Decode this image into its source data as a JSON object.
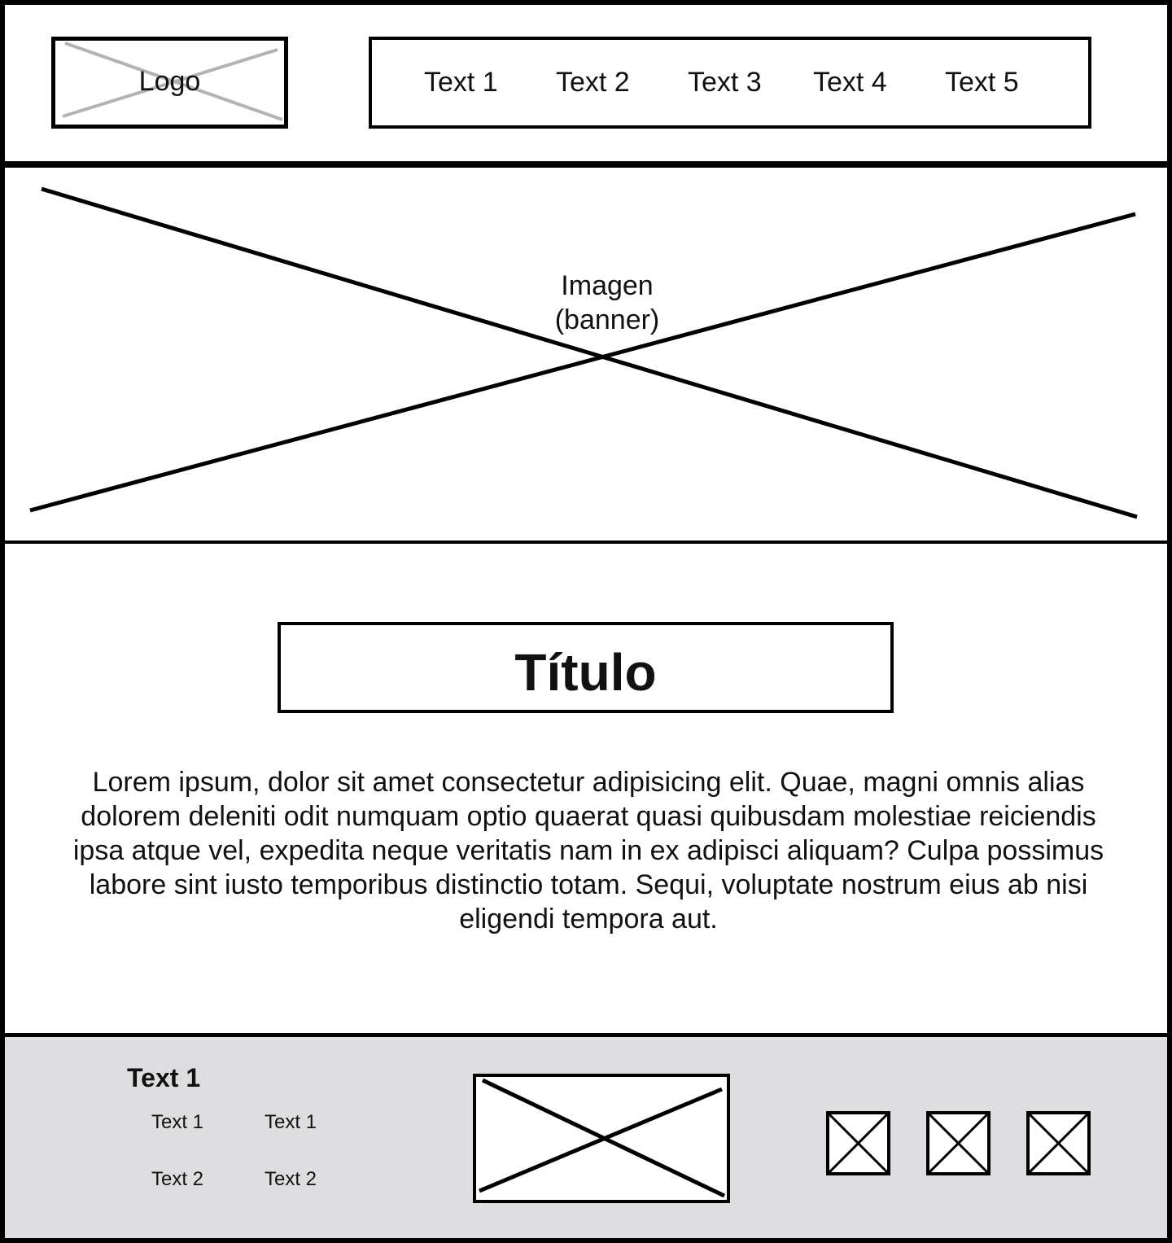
{
  "header": {
    "logo_label": "Logo",
    "nav": [
      "Text 1",
      "Text 2",
      "Text 3",
      "Text 4",
      "Text 5"
    ]
  },
  "banner": {
    "label_line1": "Imagen",
    "label_line2": "(banner)"
  },
  "content": {
    "title": "Título",
    "body": "Lorem ipsum, dolor sit amet consectetur adipisicing elit. Quae, magni omnis alias dolorem deleniti odit numquam optio quaerat quasi quibusdam molestiae reiciendis ipsa atque vel, expedita neque veritatis nam in ex adipisci aliquam? Culpa possimus labore sint iusto temporibus distinctio totam. Sequi, voluptate nostrum eius ab nisi eligendi tempora aut."
  },
  "footer": {
    "heading": "Text 1",
    "links": [
      [
        "Text 1",
        "Text 1"
      ],
      [
        "Text 2",
        "Text 2"
      ]
    ],
    "social_icons": [
      "placeholder-icon",
      "placeholder-icon",
      "placeholder-icon"
    ]
  },
  "colors": {
    "stroke": "#000000",
    "footer_bg": "#dedddf",
    "logo_cross": "#b3b3b3"
  }
}
